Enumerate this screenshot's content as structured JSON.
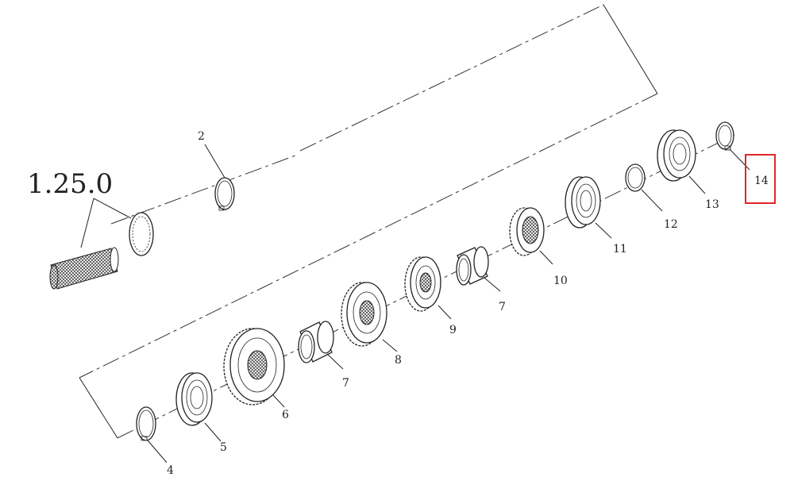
{
  "assembly_ref": "1.25.0",
  "highlight_color": "#e0262b",
  "highlighted_callout": "14",
  "callouts": {
    "c2": "2",
    "c4": "4",
    "c5": "5",
    "c6": "6",
    "c7a": "7",
    "c7b": "7",
    "c8": "8",
    "c9": "9",
    "c10": "10",
    "c11": "11",
    "c12": "12",
    "c13": "13",
    "c14": "14"
  }
}
